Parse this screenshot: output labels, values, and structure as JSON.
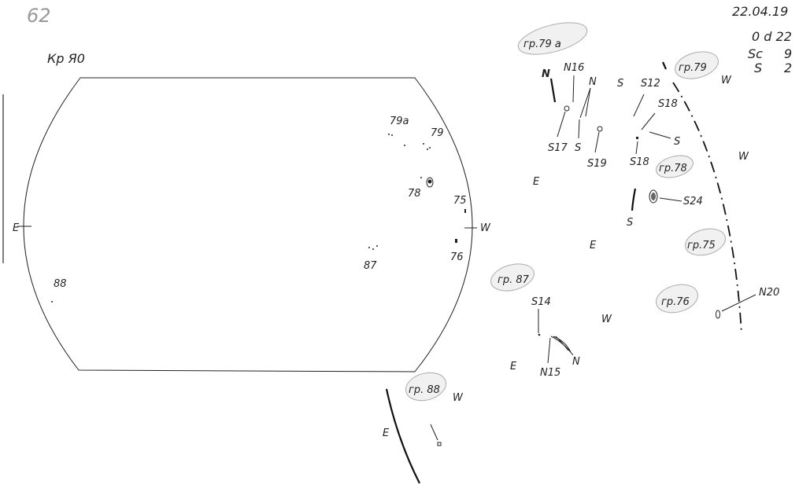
{
  "sheet": {
    "page_number": "62",
    "observer_code": "Кр Я0",
    "date": "22.04.19",
    "time": "0 d 22",
    "sc_label": "Sc",
    "sc_value": "9",
    "s_label": "S",
    "s_value": "2"
  },
  "disk": {
    "east_label": "E",
    "west_label": "W",
    "groups": [
      "79a",
      "79",
      "78",
      "75",
      "76",
      "87",
      "88"
    ]
  },
  "group_details": {
    "g79a": {
      "title": "гр.79 a",
      "labels": [
        "N",
        "N16",
        "N",
        "S17",
        "S",
        "S19",
        "S"
      ]
    },
    "g79": {
      "title": "гр.79",
      "labels": [
        "S12",
        "S18",
        "S",
        "S18",
        "W",
        "W"
      ]
    },
    "g78": {
      "title": "гр.78",
      "labels": [
        "S24",
        "S"
      ]
    },
    "g75": {
      "title": "гр.75"
    },
    "g76": {
      "title": "гр.76",
      "labels": [
        "N20"
      ]
    },
    "g87": {
      "title": "гр. 87",
      "labels": [
        "S14",
        "N15",
        "N",
        "W",
        "E"
      ]
    },
    "g88": {
      "title": "гр. 88",
      "labels": [
        "W",
        "E"
      ]
    },
    "e_marks": [
      "E",
      "E"
    ]
  }
}
